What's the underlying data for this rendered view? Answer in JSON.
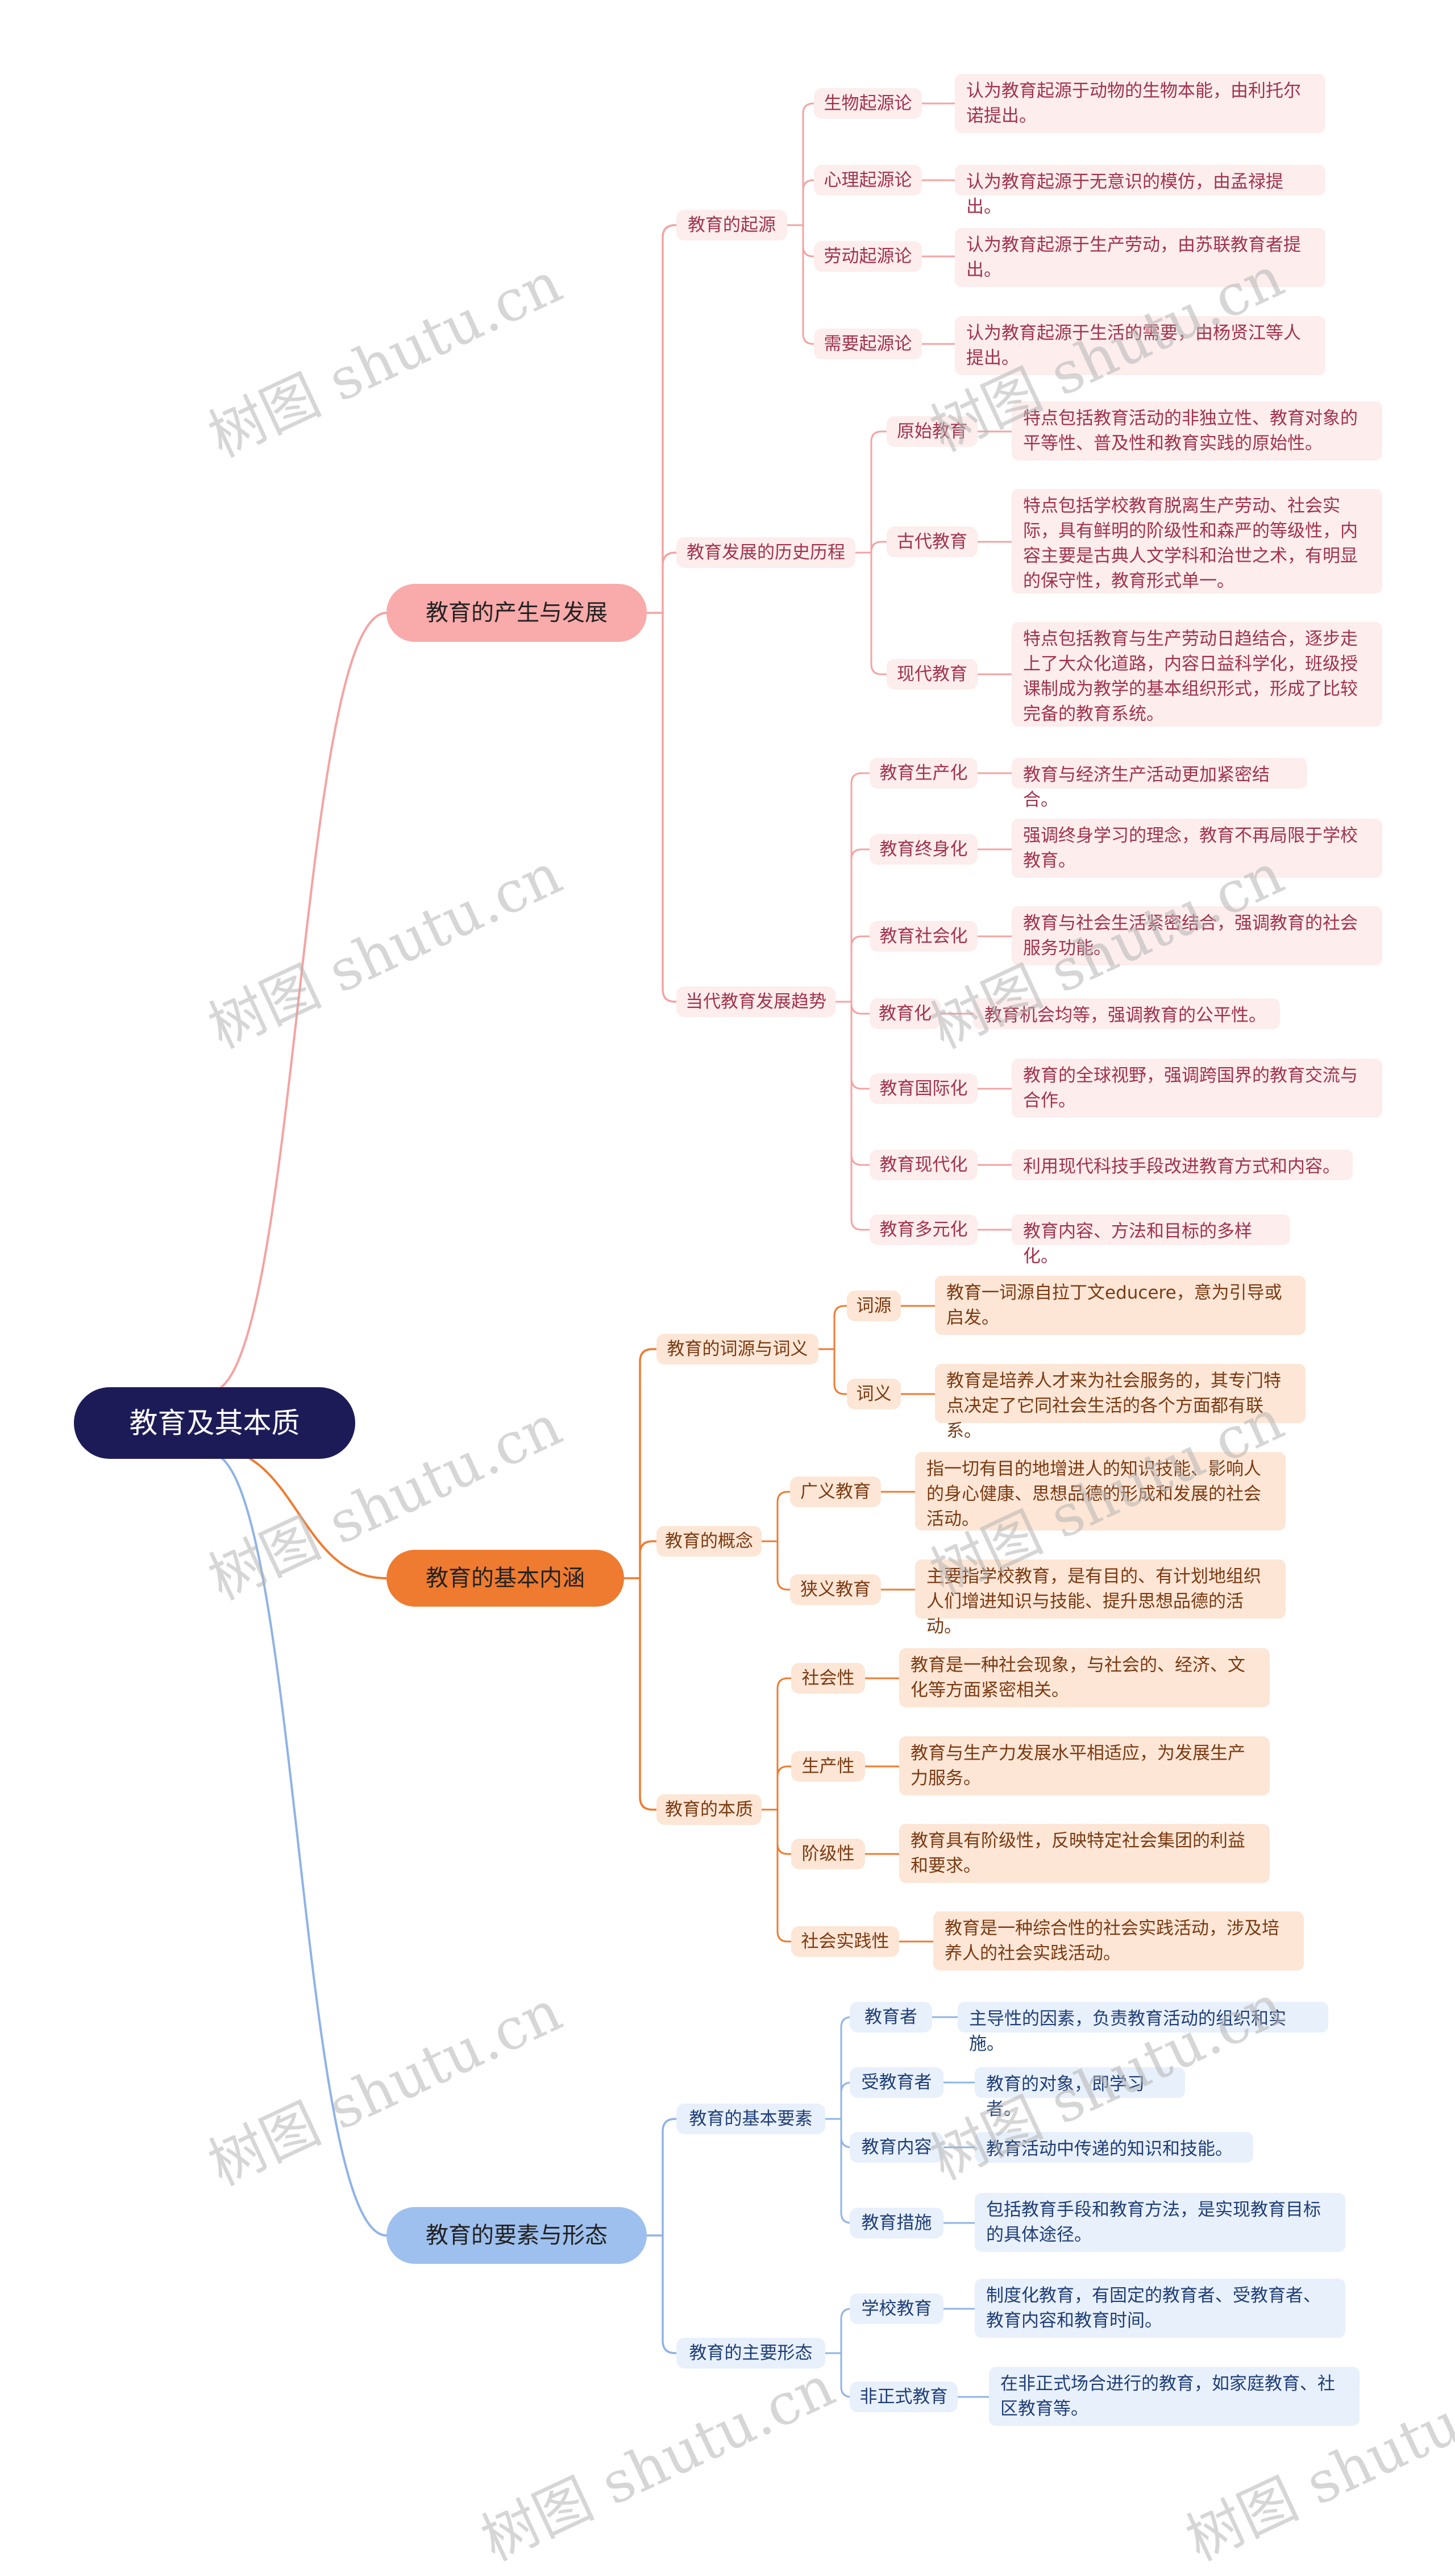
{
  "watermark": "树图 shutu.cn",
  "colors": {
    "root_bg": "#1d1b57",
    "pink": "#f4a3a3",
    "orange": "#ee7b30",
    "blue": "#8fb3e6"
  },
  "mindmap": {
    "label": "教育及其本质",
    "children": [
      {
        "label": "教育的产生与发展",
        "theme": "pink",
        "children": [
          {
            "label": "教育的起源",
            "children": [
              {
                "label": "生物起源论",
                "children": [
                  {
                    "label": "认为教育起源于动物的生物本能，由利托尔诺提出。"
                  }
                ]
              },
              {
                "label": "心理起源论",
                "children": [
                  {
                    "label": "认为教育起源于无意识的模仿，由孟禄提出。"
                  }
                ]
              },
              {
                "label": "劳动起源论",
                "children": [
                  {
                    "label": "认为教育起源于生产劳动，由苏联教育者提出。"
                  }
                ]
              },
              {
                "label": "需要起源论",
                "children": [
                  {
                    "label": "认为教育起源于生活的需要，由杨贤江等人提出。"
                  }
                ]
              }
            ]
          },
          {
            "label": "教育发展的历史历程",
            "children": [
              {
                "label": "原始教育",
                "children": [
                  {
                    "label": "特点包括教育活动的非独立性、教育对象的平等性、普及性和教育实践的原始性。"
                  }
                ]
              },
              {
                "label": "古代教育",
                "children": [
                  {
                    "label": "特点包括学校教育脱离生产劳动、社会实际，具有鲜明的阶级性和森严的等级性，内容主要是古典人文学科和治世之术，有明显的保守性，教育形式单一。"
                  }
                ]
              },
              {
                "label": "现代教育",
                "children": [
                  {
                    "label": "特点包括教育与生产劳动日趋结合，逐步走上了大众化道路，内容日益科学化，班级授课制成为教学的基本组织形式，形成了比较完备的教育系统。"
                  }
                ]
              }
            ]
          },
          {
            "label": "当代教育发展趋势",
            "children": [
              {
                "label": "教育生产化",
                "children": [
                  {
                    "label": "教育与经济生产活动更加紧密结合。"
                  }
                ]
              },
              {
                "label": "教育终身化",
                "children": [
                  {
                    "label": "强调终身学习的理念，教育不再局限于学校教育。"
                  }
                ]
              },
              {
                "label": "教育社会化",
                "children": [
                  {
                    "label": "教育与社会生活紧密结合，强调教育的社会服务功能。"
                  }
                ]
              },
              {
                "label": "教育化",
                "children": [
                  {
                    "label": "教育机会均等，强调教育的公平性。"
                  }
                ]
              },
              {
                "label": "教育国际化",
                "children": [
                  {
                    "label": "教育的全球视野，强调跨国界的教育交流与合作。"
                  }
                ]
              },
              {
                "label": "教育现代化",
                "children": [
                  {
                    "label": "利用现代科技手段改进教育方式和内容。"
                  }
                ]
              },
              {
                "label": "教育多元化",
                "children": [
                  {
                    "label": "教育内容、方法和目标的多样化。"
                  }
                ]
              }
            ]
          }
        ]
      },
      {
        "label": "教育的基本内涵",
        "theme": "orange",
        "children": [
          {
            "label": "教育的词源与词义",
            "children": [
              {
                "label": "词源",
                "children": [
                  {
                    "label": "教育一词源自拉丁文educere，意为引导或启发。"
                  }
                ]
              },
              {
                "label": "词义",
                "children": [
                  {
                    "label": "教育是培养人才来为社会服务的，其专门特点决定了它同社会生活的各个方面都有联系。"
                  }
                ]
              }
            ]
          },
          {
            "label": "教育的概念",
            "children": [
              {
                "label": "广义教育",
                "children": [
                  {
                    "label": "指一切有目的地增进人的知识技能、影响人的身心健康、思想品德的形成和发展的社会活动。"
                  }
                ]
              },
              {
                "label": "狭义教育",
                "children": [
                  {
                    "label": "主要指学校教育，是有目的、有计划地组织人们增进知识与技能、提升思想品德的活动。"
                  }
                ]
              }
            ]
          },
          {
            "label": "教育的本质",
            "children": [
              {
                "label": "社会性",
                "children": [
                  {
                    "label": "教育是一种社会现象，与社会的、经济、文化等方面紧密相关。"
                  }
                ]
              },
              {
                "label": "生产性",
                "children": [
                  {
                    "label": "教育与生产力发展水平相适应，为发展生产力服务。"
                  }
                ]
              },
              {
                "label": "阶级性",
                "children": [
                  {
                    "label": "教育具有阶级性，反映特定社会集团的利益和要求。"
                  }
                ]
              },
              {
                "label": "社会实践性",
                "children": [
                  {
                    "label": "教育是一种综合性的社会实践活动，涉及培养人的社会实践活动。"
                  }
                ]
              }
            ]
          }
        ]
      },
      {
        "label": "教育的要素与形态",
        "theme": "blue",
        "children": [
          {
            "label": "教育的基本要素",
            "children": [
              {
                "label": "教育者",
                "children": [
                  {
                    "label": "主导性的因素，负责教育活动的组织和实施。"
                  }
                ]
              },
              {
                "label": "受教育者",
                "children": [
                  {
                    "label": "教育的对象，即学习者。"
                  }
                ]
              },
              {
                "label": "教育内容",
                "children": [
                  {
                    "label": "教育活动中传递的知识和技能。"
                  }
                ]
              },
              {
                "label": "教育措施",
                "children": [
                  {
                    "label": "包括教育手段和教育方法，是实现教育目标的具体途径。"
                  }
                ]
              }
            ]
          },
          {
            "label": "教育的主要形态",
            "children": [
              {
                "label": "学校教育",
                "children": [
                  {
                    "label": "制度化教育，有固定的教育者、受教育者、教育内容和教育时间。"
                  }
                ]
              },
              {
                "label": "非正式教育",
                "children": [
                  {
                    "label": "在非正式场合进行的教育，如家庭教育、社区教育等。"
                  }
                ]
              }
            ]
          }
        ]
      }
    ]
  }
}
